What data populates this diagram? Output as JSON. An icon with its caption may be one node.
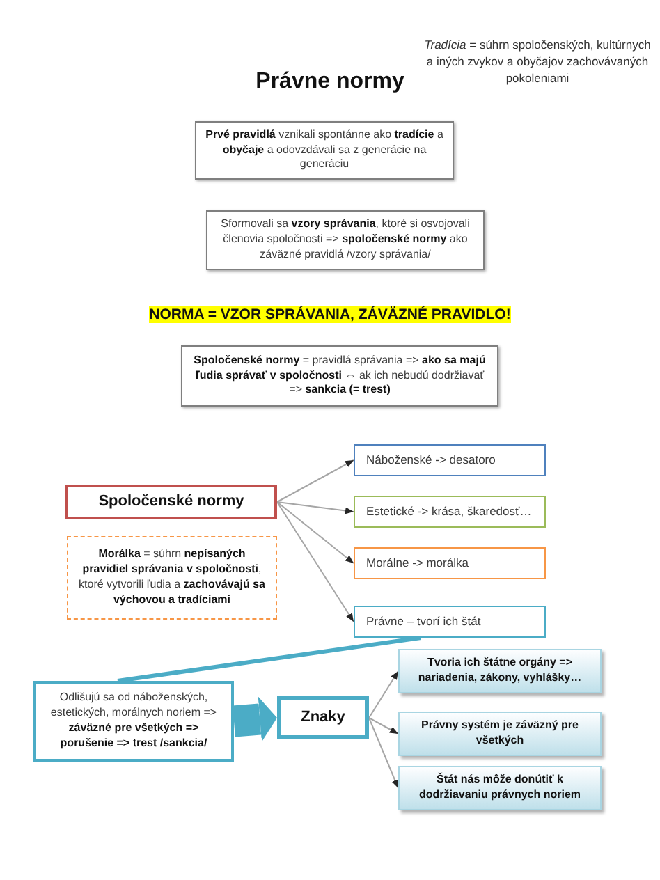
{
  "diagram": {
    "title": "Právne normy",
    "nodes": [
      {
        "text": [
          "**Prvé pravidlá** vznikali spontánne ako **tradície** a **obyčaje** a odovzdávali sa z generácie na generáciu"
        ]
      },
      {
        "text": [
          "Sformovali sa **vzory správania**, ktoré si osvojovali členovia spoločnosti => **spoločenské normy** ako záväzné pravidlá /vzory správania/"
        ]
      },
      {
        "text": [
          "**Spoločenské normy** = pravidlá správania => **ako sa majú ľudia správať v spoločnosti** ⇔ ak ich nebudú dodržiavať => **sankcia (= trest)**"
        ]
      },
      {
        "text": [
          "Spoločenské normy"
        ]
      },
      {
        "text": [
          "**Morálka** = súhrn **nepísaných pravidiel správania v spoločnosti**, ktoré vytvorili ľudia a **zachovávajú sa výchovou a tradíciami**"
        ]
      },
      {
        "text": [
          "Náboženské -> desatoro"
        ]
      },
      {
        "text": [
          "Estetické -> krása, škaredosť…"
        ]
      },
      {
        "text": [
          "Morálne -> morálka"
        ]
      },
      {
        "text": [
          "Právne – tvorí ich štát"
        ]
      },
      {
        "text": [
          "Odlišujú sa od náboženských, estetických, morálnych noriem => **záväzné pre všetkých => porušenie => trest /sankcia/**"
        ]
      },
      {
        "text": [
          "Znaky"
        ]
      },
      {
        "text": [
          "Tvoria ich štátne orgány => nariadenia, zákony, vyhlášky…"
        ]
      },
      {
        "text": [
          "Právny systém je záväzný pre všetkých"
        ]
      },
      {
        "text": [
          "Štát nás môže donútiť k dodržiavaniu právnych noriem"
        ]
      }
    ],
    "edges": [
      {
        "from": 3,
        "to": 5,
        "arrow": "to"
      },
      {
        "from": 3,
        "to": 6,
        "arrow": "to"
      },
      {
        "from": 3,
        "to": 7,
        "arrow": "to"
      },
      {
        "from": 3,
        "to": 8,
        "arrow": "to"
      },
      {
        "from": 8,
        "to": 9,
        "arrow": "none",
        "style": "thick",
        "color": "#4bacc6"
      },
      {
        "from": 9,
        "to": 10,
        "arrow": "to",
        "style": "thick",
        "color": "#4bacc6"
      },
      {
        "from": 10,
        "to": 11,
        "arrow": "to"
      },
      {
        "from": 10,
        "to": 12,
        "arrow": "to"
      },
      {
        "from": 10,
        "to": 13,
        "arrow": "to"
      }
    ],
    "labels": [
      "*Tradícia* = súhrn spoločenských, kultúrnych a iných zvykov a obyčajov zachovávaných pokoleniami",
      "NORMA = VZOR SPRÁVANIA, ZÁVÄZNÉ PRAVIDLO!"
    ]
  }
}
